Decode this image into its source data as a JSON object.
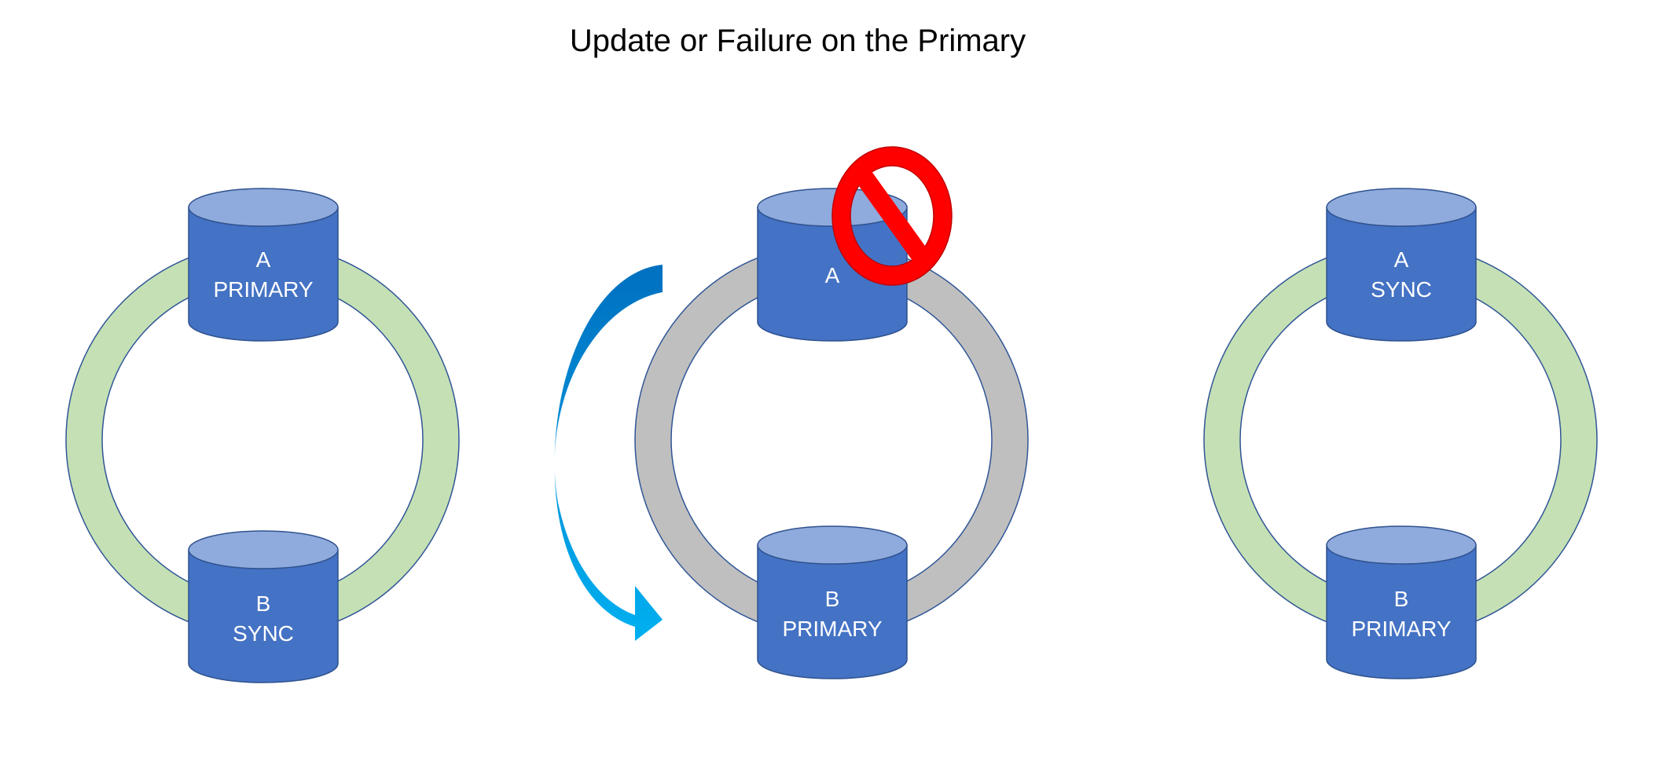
{
  "title": "Update or Failure on the Primary",
  "colors": {
    "ring_healthy": "#c5e0b4",
    "ring_degraded": "#bfbfbf",
    "ring_outline": "#2f5597",
    "db_body": "#4472c4",
    "db_top": "#8faadc",
    "db_outline": "#2f528f",
    "label": "#ffffff",
    "prohibit": "#ff0000",
    "arrow_dark": "#0070c0",
    "arrow_light": "#00b0f0"
  },
  "panels": [
    {
      "ring_state": "healthy",
      "top_db": {
        "name": "A",
        "role": "PRIMARY"
      },
      "bottom_db": {
        "name": "B",
        "role": "SYNC"
      }
    },
    {
      "ring_state": "degraded",
      "top_db": {
        "name": "A",
        "role": ""
      },
      "bottom_db": {
        "name": "B",
        "role": "PRIMARY"
      },
      "top_db_prohibited": true,
      "failover_arrow": true
    },
    {
      "ring_state": "healthy",
      "top_db": {
        "name": "A",
        "role": "SYNC"
      },
      "bottom_db": {
        "name": "B",
        "role": "PRIMARY"
      }
    }
  ]
}
